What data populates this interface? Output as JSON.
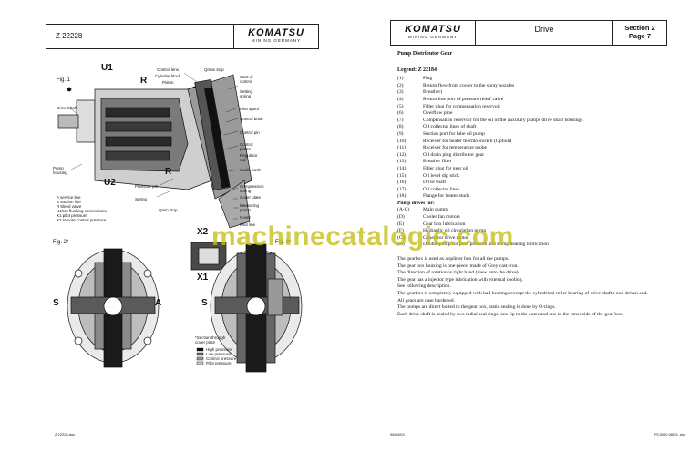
{
  "left_page": {
    "header": {
      "code": "Z 22228",
      "brand": "KOMATSU",
      "brand_sub": "MINING GERMANY"
    },
    "footer": "Z 22228.doc",
    "diagram": {
      "fig1": "Fig. 1",
      "fig2": "Fig. 2*",
      "fig3": "Fig. 3*",
      "u1": "U1",
      "u2": "U2",
      "r_top": "R",
      "r_bottom": "R",
      "s_left": "S",
      "a_mid": "A",
      "s_right": "S",
      "x2": "X2",
      "x1": "X1",
      "labels": {
        "control_lens": "Control lens",
        "qmax_stop": "Qmax stop",
        "cylinder_block": "Cylinder block",
        "piston": "Piston",
        "start_of_control": "Start of control",
        "setting_spring": "Setting spring",
        "pilot_spool": "Pilot spool",
        "control_bush": "Control bush",
        "control_pin": "Control pin",
        "control_piston": "Control piston",
        "regulator_rod": "Regulator rod",
        "guide_bush": "Guide bush",
        "drive_shaft": "Drive Shaft",
        "pump_housing": "Pump housing",
        "pressure_pin": "Pressure pin",
        "spring": "Spring",
        "qmin_stop": "Qmin stop",
        "compression_spring": "Compression spring",
        "cover_plate": "Cover plate",
        "measuring_piston": "Measuring piston",
        "cover": "Cover",
        "pilot_line": "Pilot line",
        "key_a": "A      service line",
        "key_s": "S      suction line",
        "key_r": "R      bleed valve",
        "key_u": "U1/U2  flushing connections",
        "key_x1": "X1     pilot pressure",
        "key_x2": "X2     remote control pressure",
        "section_note": "*Section through cover plate",
        "legend_high": "High pressure",
        "legend_low": "Low pressure",
        "legend_control": "Control pressure",
        "legend_pilot": "Pilot pressure"
      }
    }
  },
  "right_page": {
    "header": {
      "brand": "KOMATSU",
      "brand_sub": "MINING GERMANY",
      "title": "Drive",
      "section": "Section 2",
      "page": "Page 7"
    },
    "heading": "Pump Distributor Gear",
    "legend_title": "Legend:   Z 22184",
    "legend": [
      {
        "n": "(1)",
        "t": "Plug"
      },
      {
        "n": "(2)",
        "t": "Return flow from cooler to the spray nozzles"
      },
      {
        "n": "(3)",
        "t": "Breather)"
      },
      {
        "n": "(4)",
        "t": "Return line port of pressure relief valve"
      },
      {
        "n": "(5)",
        "t": "Filler plug for compensation reservoir"
      },
      {
        "n": "(6)",
        "t": "Overflow pipe"
      },
      {
        "n": "(7)",
        "t": "Compensation reservoir for the oil of the auxiliary pumps drive shaft housings"
      },
      {
        "n": "(8)",
        "t": "Oil collector lines of shaft"
      },
      {
        "n": "(9)",
        "t": "Suction port for lube oil pump"
      },
      {
        "n": "(10)",
        "t": "Receiver for heater thermo-switch (Option)"
      },
      {
        "n": "(11)",
        "t": "Receiver for temperature probe"
      },
      {
        "n": "(12)",
        "t": "Oil drain plug distributor gear"
      },
      {
        "n": "(13)",
        "t": "Breather filter"
      },
      {
        "n": "(14)",
        "t": "Filler plug for gear oil"
      },
      {
        "n": "(15)",
        "t": "Oil level dip stick"
      },
      {
        "n": "(16)",
        "t": "Drive shaft"
      },
      {
        "n": "(17)",
        "t": "Oil collector lines"
      },
      {
        "n": "(18)",
        "t": "Flange for heater studs"
      }
    ],
    "pump_drives_title": "Pump drives for:",
    "pump_drives": [
      {
        "n": "(A-C)",
        "t": "Main pumps"
      },
      {
        "n": "(D)",
        "t": "Cooler fan motors"
      },
      {
        "n": "(E)",
        "t": "Gear box lubrication"
      },
      {
        "n": "(F)",
        "t": "Hydraulic oil circulation pump"
      },
      {
        "n": "(G)",
        "t": "Generator drive motor"
      },
      {
        "n": "(H)",
        "t": "Double pump for pilot pressure and Pump bearing lubrication"
      }
    ],
    "paragraphs": [
      "The gearbox is used as a splitter box for all the pumps.",
      "The gear box housing is one-piece, made of Grey cast-iron.",
      "The direction of rotation is right hand (view onto the drive).",
      "The gear has a injector type lubrication with external cooling.",
      "See following description.",
      "The gearbox is completely equipped with ball bearings except the cylindrical roller bearing of drive shaft's non driven end.",
      "All gears are case hardened.",
      "The pumps are direct bolted to the gear box, static sealing is done by O-rings.",
      "Each drive shaft is sealed by two radial seal rings, one lip to the outer and one to the inner side of the gear box."
    ],
    "footer_left": "05/04/03",
    "footer_right": "PC3000 08/03 .doc"
  },
  "watermark": "machinecatalogic.com"
}
